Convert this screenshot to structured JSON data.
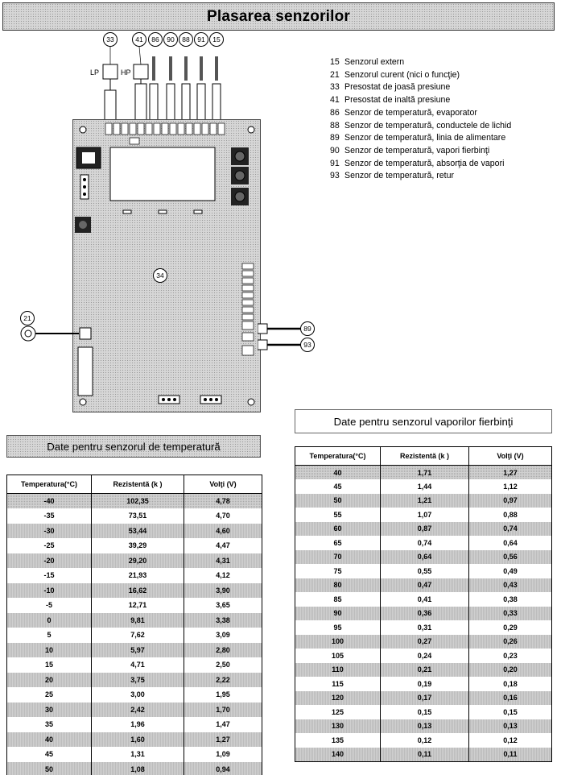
{
  "title": "Plasarea senzorilor",
  "diagram": {
    "callouts_top": [
      "33",
      "41",
      "86",
      "90",
      "88",
      "91",
      "15"
    ],
    "label_lp": "LP",
    "label_hp": "HP",
    "callout_board": "34",
    "callout_left": "21",
    "callout_right_top": "89",
    "callout_right_bottom": "93"
  },
  "legend": [
    {
      "code": "15",
      "text": "Senzorul extern"
    },
    {
      "code": "21",
      "text": "Senzorul curent (nici o funcţie)"
    },
    {
      "code": "33",
      "text": "Presostat de joasă presiune"
    },
    {
      "code": "41",
      "text": "Presostat de inaltă presiune"
    },
    {
      "code": "86",
      "text": "Senzor de temperatură, evaporator"
    },
    {
      "code": "88",
      "text": "Senzor de temperatură, conductele de lichid"
    },
    {
      "code": "89",
      "text": "Senzor de temperatură, linia de alimentare"
    },
    {
      "code": "90",
      "text": "Senzor de temperatură, vapori fierbinţi"
    },
    {
      "code": "91",
      "text": "Senzor de temperatură, absorţia de vapori"
    },
    {
      "code": "93",
      "text": "Senzor de temperatură, retur"
    }
  ],
  "temp_table": {
    "caption": "Date pentru senzorul de temperatură",
    "headers": [
      "Temperatura(°C)",
      "Rezistentă (k   )",
      "Volţi (V)"
    ],
    "rows": [
      [
        "-40",
        "102,35",
        "4,78"
      ],
      [
        "-35",
        "73,51",
        "4,70"
      ],
      [
        "-30",
        "53,44",
        "4,60"
      ],
      [
        "-25",
        "39,29",
        "4,47"
      ],
      [
        "-20",
        "29,20",
        "4,31"
      ],
      [
        "-15",
        "21,93",
        "4,12"
      ],
      [
        "-10",
        "16,62",
        "3,90"
      ],
      [
        "-5",
        "12,71",
        "3,65"
      ],
      [
        "0",
        "9,81",
        "3,38"
      ],
      [
        "5",
        "7,62",
        "3,09"
      ],
      [
        "10",
        "5,97",
        "2,80"
      ],
      [
        "15",
        "4,71",
        "2,50"
      ],
      [
        "20",
        "3,75",
        "2,22"
      ],
      [
        "25",
        "3,00",
        "1,95"
      ],
      [
        "30",
        "2,42",
        "1,70"
      ],
      [
        "35",
        "1,96",
        "1,47"
      ],
      [
        "40",
        "1,60",
        "1,27"
      ],
      [
        "45",
        "1,31",
        "1,09"
      ],
      [
        "50",
        "1,08",
        "0,94"
      ]
    ]
  },
  "hot_table": {
    "caption": "Date pentru senzorul vaporilor fierbinţi",
    "headers": [
      "Temperatura(°C)",
      "Rezistentă (k   )",
      "Volţi (V)"
    ],
    "rows": [
      [
        "40",
        "1,71",
        "1,27"
      ],
      [
        "45",
        "1,44",
        "1,12"
      ],
      [
        "50",
        "1,21",
        "0,97"
      ],
      [
        "55",
        "1,07",
        "0,88"
      ],
      [
        "60",
        "0,87",
        "0,74"
      ],
      [
        "65",
        "0,74",
        "0,64"
      ],
      [
        "70",
        "0,64",
        "0,56"
      ],
      [
        "75",
        "0,55",
        "0,49"
      ],
      [
        "80",
        "0,47",
        "0,43"
      ],
      [
        "85",
        "0,41",
        "0,38"
      ],
      [
        "90",
        "0,36",
        "0,33"
      ],
      [
        "95",
        "0,31",
        "0,29"
      ],
      [
        "100",
        "0,27",
        "0,26"
      ],
      [
        "105",
        "0,24",
        "0,23"
      ],
      [
        "110",
        "0,21",
        "0,20"
      ],
      [
        "115",
        "0,19",
        "0,18"
      ],
      [
        "120",
        "0,17",
        "0,16"
      ],
      [
        "125",
        "0,15",
        "0,15"
      ],
      [
        "130",
        "0,13",
        "0,13"
      ],
      [
        "135",
        "0,12",
        "0,12"
      ],
      [
        "140",
        "0,11",
        "0,11"
      ]
    ]
  }
}
